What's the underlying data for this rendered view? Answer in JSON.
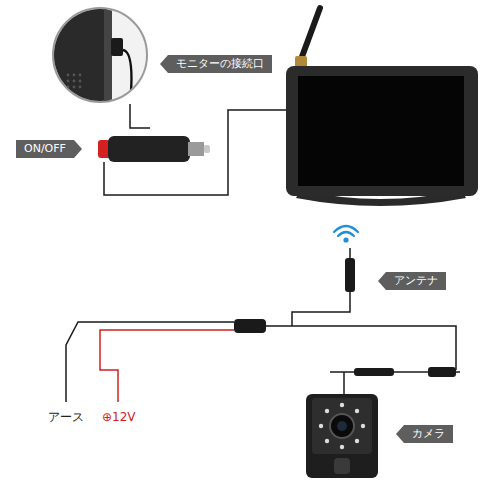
{
  "diagram": {
    "nodes": [
      {
        "text": [
          "モニターの接続口"
        ]
      },
      {
        "text": [
          "ON/OFF"
        ]
      },
      {
        "text": [
          "アンテナ"
        ]
      },
      {
        "text": [
          "カメラ"
        ]
      }
    ],
    "labels": [
      "アース",
      "⊕12V"
    ]
  }
}
